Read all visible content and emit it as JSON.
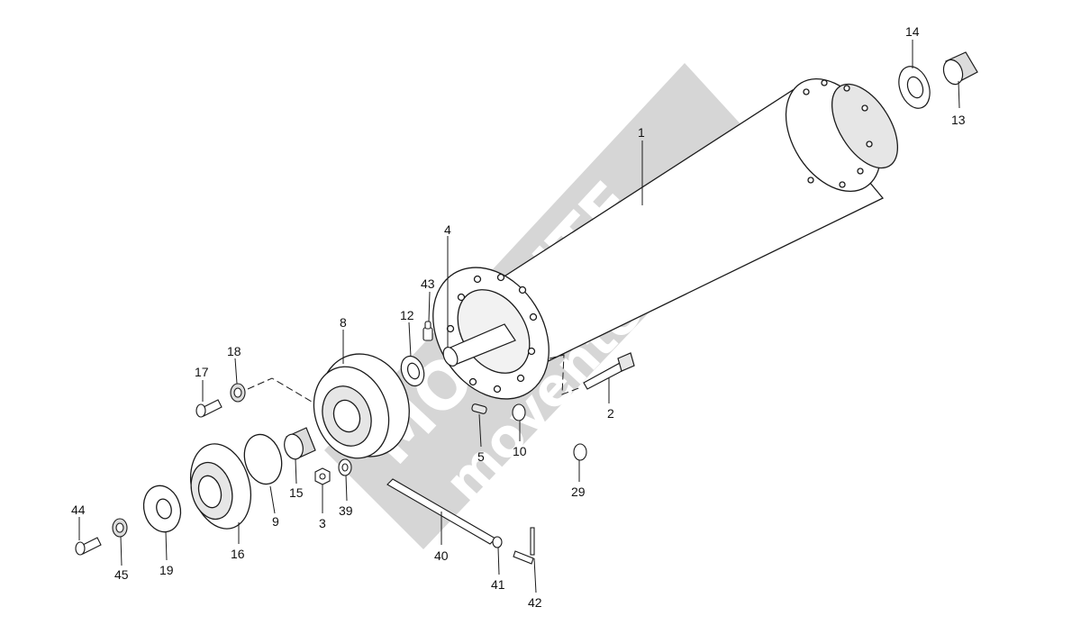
{
  "watermark": {
    "brand": "MOVENTE",
    "site": "movente.ru",
    "color": "#cfcfcf",
    "accent": "#3a7bd5"
  },
  "colors": {
    "stroke": "#1a1a1a",
    "fill": "#ffffff",
    "shade": "#e6e6e6"
  },
  "labels": {
    "p1": "1",
    "p2": "2",
    "p3": "3",
    "p4": "4",
    "p5": "5",
    "p8": "8",
    "p9": "9",
    "p10": "10",
    "p12": "12",
    "p13": "13",
    "p14": "14",
    "p15": "15",
    "p16": "16",
    "p17": "17",
    "p18": "18",
    "p19": "19",
    "p29": "29",
    "p39": "39",
    "p40": "40",
    "p41": "41",
    "p42": "42",
    "p43": "43",
    "p44": "44",
    "p45": "45"
  }
}
